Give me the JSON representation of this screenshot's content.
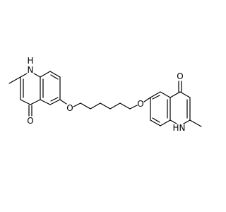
{
  "atoms": {
    "left_nh_n": "N",
    "left_nh_h": "H",
    "left_carbonyl_o": "O",
    "left_ether_o": "O",
    "right_ether_o": "O",
    "right_carbonyl_o": "O",
    "right_nh_n": "N",
    "right_nh_h": "H"
  },
  "colors": {
    "bond": "#000000",
    "label": "#000000",
    "background": "#ffffff"
  }
}
